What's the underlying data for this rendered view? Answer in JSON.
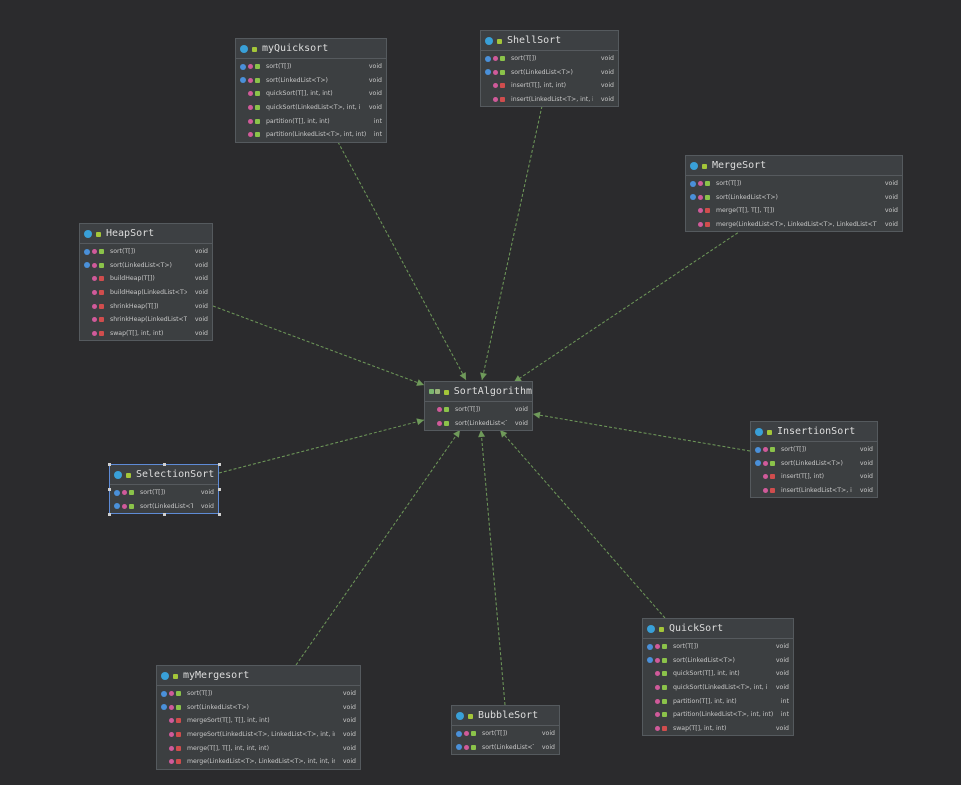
{
  "classes": [
    {
      "id": "myQuicksort",
      "name": "myQuicksort",
      "kind": "class",
      "selected": false,
      "methods": [
        {
          "sig": "sort(T[])",
          "ret": "void",
          "vis": "public",
          "override": true
        },
        {
          "sig": "sort(LinkedList<T>)",
          "ret": "void",
          "vis": "public",
          "override": true
        },
        {
          "sig": "quickSort(T[], int, int)",
          "ret": "void",
          "vis": "public",
          "override": false
        },
        {
          "sig": "quickSort(LinkedList<T>, int, int)",
          "ret": "void",
          "vis": "public",
          "override": false
        },
        {
          "sig": "partition(T[], int, int)",
          "ret": "int",
          "vis": "public",
          "override": false
        },
        {
          "sig": "partition(LinkedList<T>, int, int)",
          "ret": "int",
          "vis": "public",
          "override": false
        }
      ]
    },
    {
      "id": "ShellSort",
      "name": "ShellSort",
      "kind": "class",
      "selected": false,
      "methods": [
        {
          "sig": "sort(T[])",
          "ret": "void",
          "vis": "public",
          "override": true
        },
        {
          "sig": "sort(LinkedList<T>)",
          "ret": "void",
          "vis": "public",
          "override": true
        },
        {
          "sig": "insert(T[], int, int)",
          "ret": "void",
          "vis": "private",
          "override": false
        },
        {
          "sig": "insert(LinkedList<T>, int, int)",
          "ret": "void",
          "vis": "private",
          "override": false
        }
      ]
    },
    {
      "id": "MergeSort",
      "name": "MergeSort",
      "kind": "class",
      "selected": false,
      "methods": [
        {
          "sig": "sort(T[])",
          "ret": "void",
          "vis": "public",
          "override": true
        },
        {
          "sig": "sort(LinkedList<T>)",
          "ret": "void",
          "vis": "public",
          "override": true
        },
        {
          "sig": "merge(T[], T[], T[])",
          "ret": "void",
          "vis": "private",
          "override": false
        },
        {
          "sig": "merge(LinkedList<T>, LinkedList<T>, LinkedList<T>)",
          "ret": "void",
          "vis": "private",
          "override": false
        }
      ]
    },
    {
      "id": "HeapSort",
      "name": "HeapSort",
      "kind": "class",
      "selected": false,
      "methods": [
        {
          "sig": "sort(T[])",
          "ret": "void",
          "vis": "public",
          "override": true
        },
        {
          "sig": "sort(LinkedList<T>)",
          "ret": "void",
          "vis": "public",
          "override": true
        },
        {
          "sig": "buildHeap(T[])",
          "ret": "void",
          "vis": "private",
          "override": false
        },
        {
          "sig": "buildHeap(LinkedList<T>)",
          "ret": "void",
          "vis": "private",
          "override": false
        },
        {
          "sig": "shrinkHeap(T[])",
          "ret": "void",
          "vis": "private",
          "override": false
        },
        {
          "sig": "shrinkHeap(LinkedList<T>)",
          "ret": "void",
          "vis": "private",
          "override": false
        },
        {
          "sig": "swap(T[], int, int)",
          "ret": "void",
          "vis": "private",
          "override": false
        }
      ]
    },
    {
      "id": "SortAlgorithm",
      "name": "SortAlgorithm",
      "kind": "interface",
      "selected": false,
      "methods": [
        {
          "sig": "sort(T[])",
          "ret": "void",
          "vis": "public",
          "override": false
        },
        {
          "sig": "sort(LinkedList<T>)",
          "ret": "void",
          "vis": "public",
          "override": false
        }
      ]
    },
    {
      "id": "InsertionSort",
      "name": "InsertionSort",
      "kind": "class",
      "selected": false,
      "methods": [
        {
          "sig": "sort(T[])",
          "ret": "void",
          "vis": "public",
          "override": true
        },
        {
          "sig": "sort(LinkedList<T>)",
          "ret": "void",
          "vis": "public",
          "override": true
        },
        {
          "sig": "insert(T[], int)",
          "ret": "void",
          "vis": "private",
          "override": false
        },
        {
          "sig": "insert(LinkedList<T>, int)",
          "ret": "void",
          "vis": "private",
          "override": false
        }
      ]
    },
    {
      "id": "SelectionSort",
      "name": "SelectionSort",
      "kind": "class",
      "selected": true,
      "methods": [
        {
          "sig": "sort(T[])",
          "ret": "void",
          "vis": "public",
          "override": true
        },
        {
          "sig": "sort(LinkedList<T>)",
          "ret": "void",
          "vis": "public",
          "override": true
        }
      ]
    },
    {
      "id": "QuickSort",
      "name": "QuickSort",
      "kind": "class",
      "selected": false,
      "methods": [
        {
          "sig": "sort(T[])",
          "ret": "void",
          "vis": "public",
          "override": true
        },
        {
          "sig": "sort(LinkedList<T>)",
          "ret": "void",
          "vis": "public",
          "override": true
        },
        {
          "sig": "quickSort(T[], int, int)",
          "ret": "void",
          "vis": "public",
          "override": false
        },
        {
          "sig": "quickSort(LinkedList<T>, int, int)",
          "ret": "void",
          "vis": "public",
          "override": false
        },
        {
          "sig": "partition(T[], int, int)",
          "ret": "int",
          "vis": "public",
          "override": false
        },
        {
          "sig": "partition(LinkedList<T>, int, int)",
          "ret": "int",
          "vis": "public",
          "override": false
        },
        {
          "sig": "swap(T[], int, int)",
          "ret": "void",
          "vis": "private",
          "override": false
        }
      ]
    },
    {
      "id": "myMergesort",
      "name": "myMergesort",
      "kind": "class",
      "selected": false,
      "methods": [
        {
          "sig": "sort(T[])",
          "ret": "void",
          "vis": "public",
          "override": true
        },
        {
          "sig": "sort(LinkedList<T>)",
          "ret": "void",
          "vis": "public",
          "override": true
        },
        {
          "sig": "mergeSort(T[], T[], int, int)",
          "ret": "void",
          "vis": "private",
          "override": false
        },
        {
          "sig": "mergeSort(LinkedList<T>, LinkedList<T>, int, int)",
          "ret": "void",
          "vis": "private",
          "override": false
        },
        {
          "sig": "merge(T[], T[], int, int, int)",
          "ret": "void",
          "vis": "private",
          "override": false
        },
        {
          "sig": "merge(LinkedList<T>, LinkedList<T>, int, int, int)",
          "ret": "void",
          "vis": "private",
          "override": false
        }
      ]
    },
    {
      "id": "BubbleSort",
      "name": "BubbleSort",
      "kind": "class",
      "selected": false,
      "methods": [
        {
          "sig": "sort(T[])",
          "ret": "void",
          "vis": "public",
          "override": true
        },
        {
          "sig": "sort(LinkedList<T>)",
          "ret": "void",
          "vis": "public",
          "override": true
        }
      ]
    }
  ],
  "relations": [
    {
      "from": "myQuicksort",
      "to": "SortAlgorithm",
      "type": "implements"
    },
    {
      "from": "ShellSort",
      "to": "SortAlgorithm",
      "type": "implements"
    },
    {
      "from": "MergeSort",
      "to": "SortAlgorithm",
      "type": "implements"
    },
    {
      "from": "HeapSort",
      "to": "SortAlgorithm",
      "type": "implements"
    },
    {
      "from": "InsertionSort",
      "to": "SortAlgorithm",
      "type": "implements"
    },
    {
      "from": "SelectionSort",
      "to": "SortAlgorithm",
      "type": "implements"
    },
    {
      "from": "QuickSort",
      "to": "SortAlgorithm",
      "type": "implements"
    },
    {
      "from": "myMergesort",
      "to": "SortAlgorithm",
      "type": "implements"
    },
    {
      "from": "BubbleSort",
      "to": "SortAlgorithm",
      "type": "implements"
    }
  ],
  "colors": {
    "background": "#2b2b2d",
    "edge": "#6f9a5a",
    "node": "#3c3f41",
    "selection": "#5e8bd6"
  }
}
